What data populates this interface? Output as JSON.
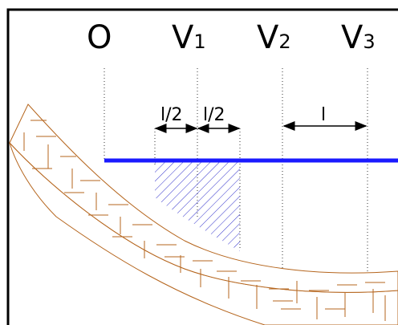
{
  "labels": {
    "origin": "O",
    "v1": {
      "main": "V",
      "sub": "1"
    },
    "v2": {
      "main": "V",
      "sub": "2"
    },
    "v3": {
      "main": "V",
      "sub": "3"
    }
  },
  "dimensions": {
    "half_left": "l/2",
    "half_right": "l/2",
    "full": "l"
  },
  "colors": {
    "frame": "#000000",
    "water_line": "#1a1aff",
    "hatch": "#3333cc",
    "terrain": "#b5651d"
  }
}
